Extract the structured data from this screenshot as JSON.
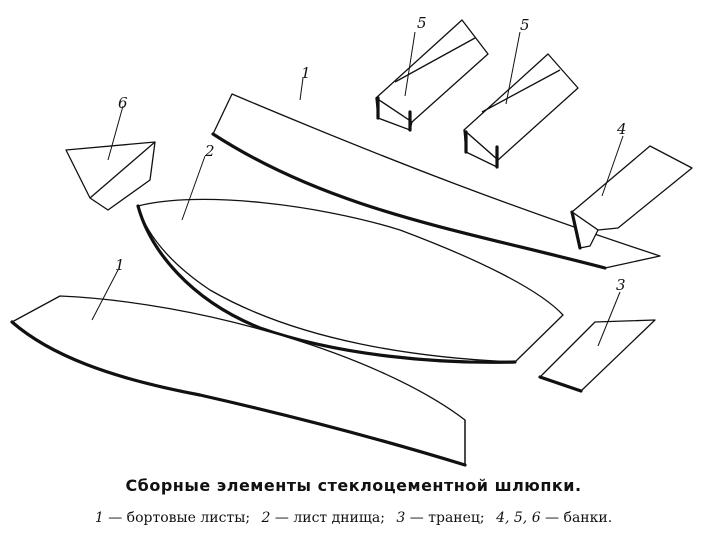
{
  "figure": {
    "labels": {
      "side_sheet_top": "1",
      "side_sheet_bottom": "1",
      "bottom_sheet": "2",
      "transom": "3",
      "bench_4": "4",
      "bench_5a": "5",
      "bench_5b": "5",
      "bench_6": "6"
    },
    "caption": "Сборные элементы стеклоцементной шлюпки.",
    "legend": [
      {
        "num": "1",
        "text": "— бортовые листы;"
      },
      {
        "num": "2",
        "text": "— лист днища;"
      },
      {
        "num": "3",
        "text": "— транец;"
      },
      {
        "num": "4, 5, 6",
        "text": "— банки."
      }
    ]
  }
}
